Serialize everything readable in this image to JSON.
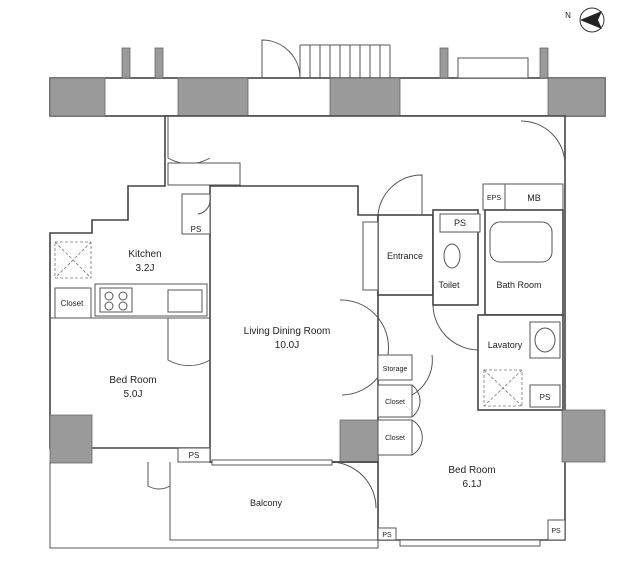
{
  "rooms": {
    "kitchen": {
      "name": "Kitchen",
      "size": "3.2J"
    },
    "ldr": {
      "name": "Living Dining Room",
      "size": "10.0J"
    },
    "bed_left": {
      "name": "Bed Room",
      "size": "5.0J"
    },
    "bed_right": {
      "name": "Bed Room",
      "size": "6.1J"
    },
    "entrance": {
      "name": "Entrance"
    },
    "toilet": {
      "name": "Toilet"
    },
    "bath": {
      "name": "Bath Room"
    },
    "lavatory": {
      "name": "Lavatory"
    },
    "storage": {
      "name": "Storage"
    },
    "closet_left": {
      "name": "Closet"
    },
    "closet_1": {
      "name": "Closet"
    },
    "closet_2": {
      "name": "Closet"
    },
    "balcony": {
      "name": "Balcony"
    },
    "eps": {
      "name": "EPS"
    },
    "mb": {
      "name": "MB"
    }
  },
  "ps_label": "PS",
  "compass": {
    "letter": "N",
    "icon": "north-arrow-icon"
  },
  "colors": {
    "wall": "#444444",
    "column": "#9a9a9a"
  }
}
